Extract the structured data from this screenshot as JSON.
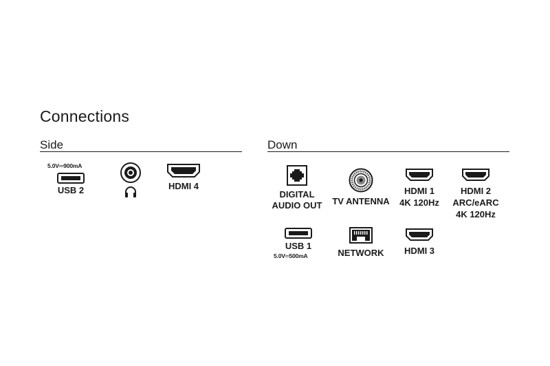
{
  "title": "Connections",
  "sections": {
    "side": {
      "heading": "Side",
      "ports": {
        "usb2": {
          "label": "USB 2",
          "rating": "5.0V⎓900mA",
          "icon": "usb-port-icon"
        },
        "headphone": {
          "icon": "headphone-jack-icon"
        },
        "hdmi4": {
          "label": "HDMI 4",
          "icon": "hdmi-port-icon"
        }
      }
    },
    "down": {
      "heading": "Down",
      "ports": {
        "digital_audio": {
          "label_line1": "DIGITAL",
          "label_line2": "AUDIO OUT",
          "icon": "optical-audio-port-icon"
        },
        "tv_antenna": {
          "label": "TV ANTENNA",
          "icon": "coax-antenna-port-icon"
        },
        "hdmi1": {
          "label_line1": "HDMI 1",
          "label_line2": "4K 120Hz",
          "icon": "hdmi-port-icon"
        },
        "hdmi2": {
          "label_line1": "HDMI 2",
          "label_line2": "ARC/eARC",
          "label_line3": "4K 120Hz",
          "icon": "hdmi-port-icon"
        },
        "usb1": {
          "label": "USB 1",
          "rating": "5.0V═500mA",
          "icon": "usb-port-icon"
        },
        "network": {
          "label": "NETWORK",
          "icon": "ethernet-port-icon"
        },
        "hdmi3": {
          "label": "HDMI 3",
          "icon": "hdmi-port-icon"
        }
      }
    }
  }
}
